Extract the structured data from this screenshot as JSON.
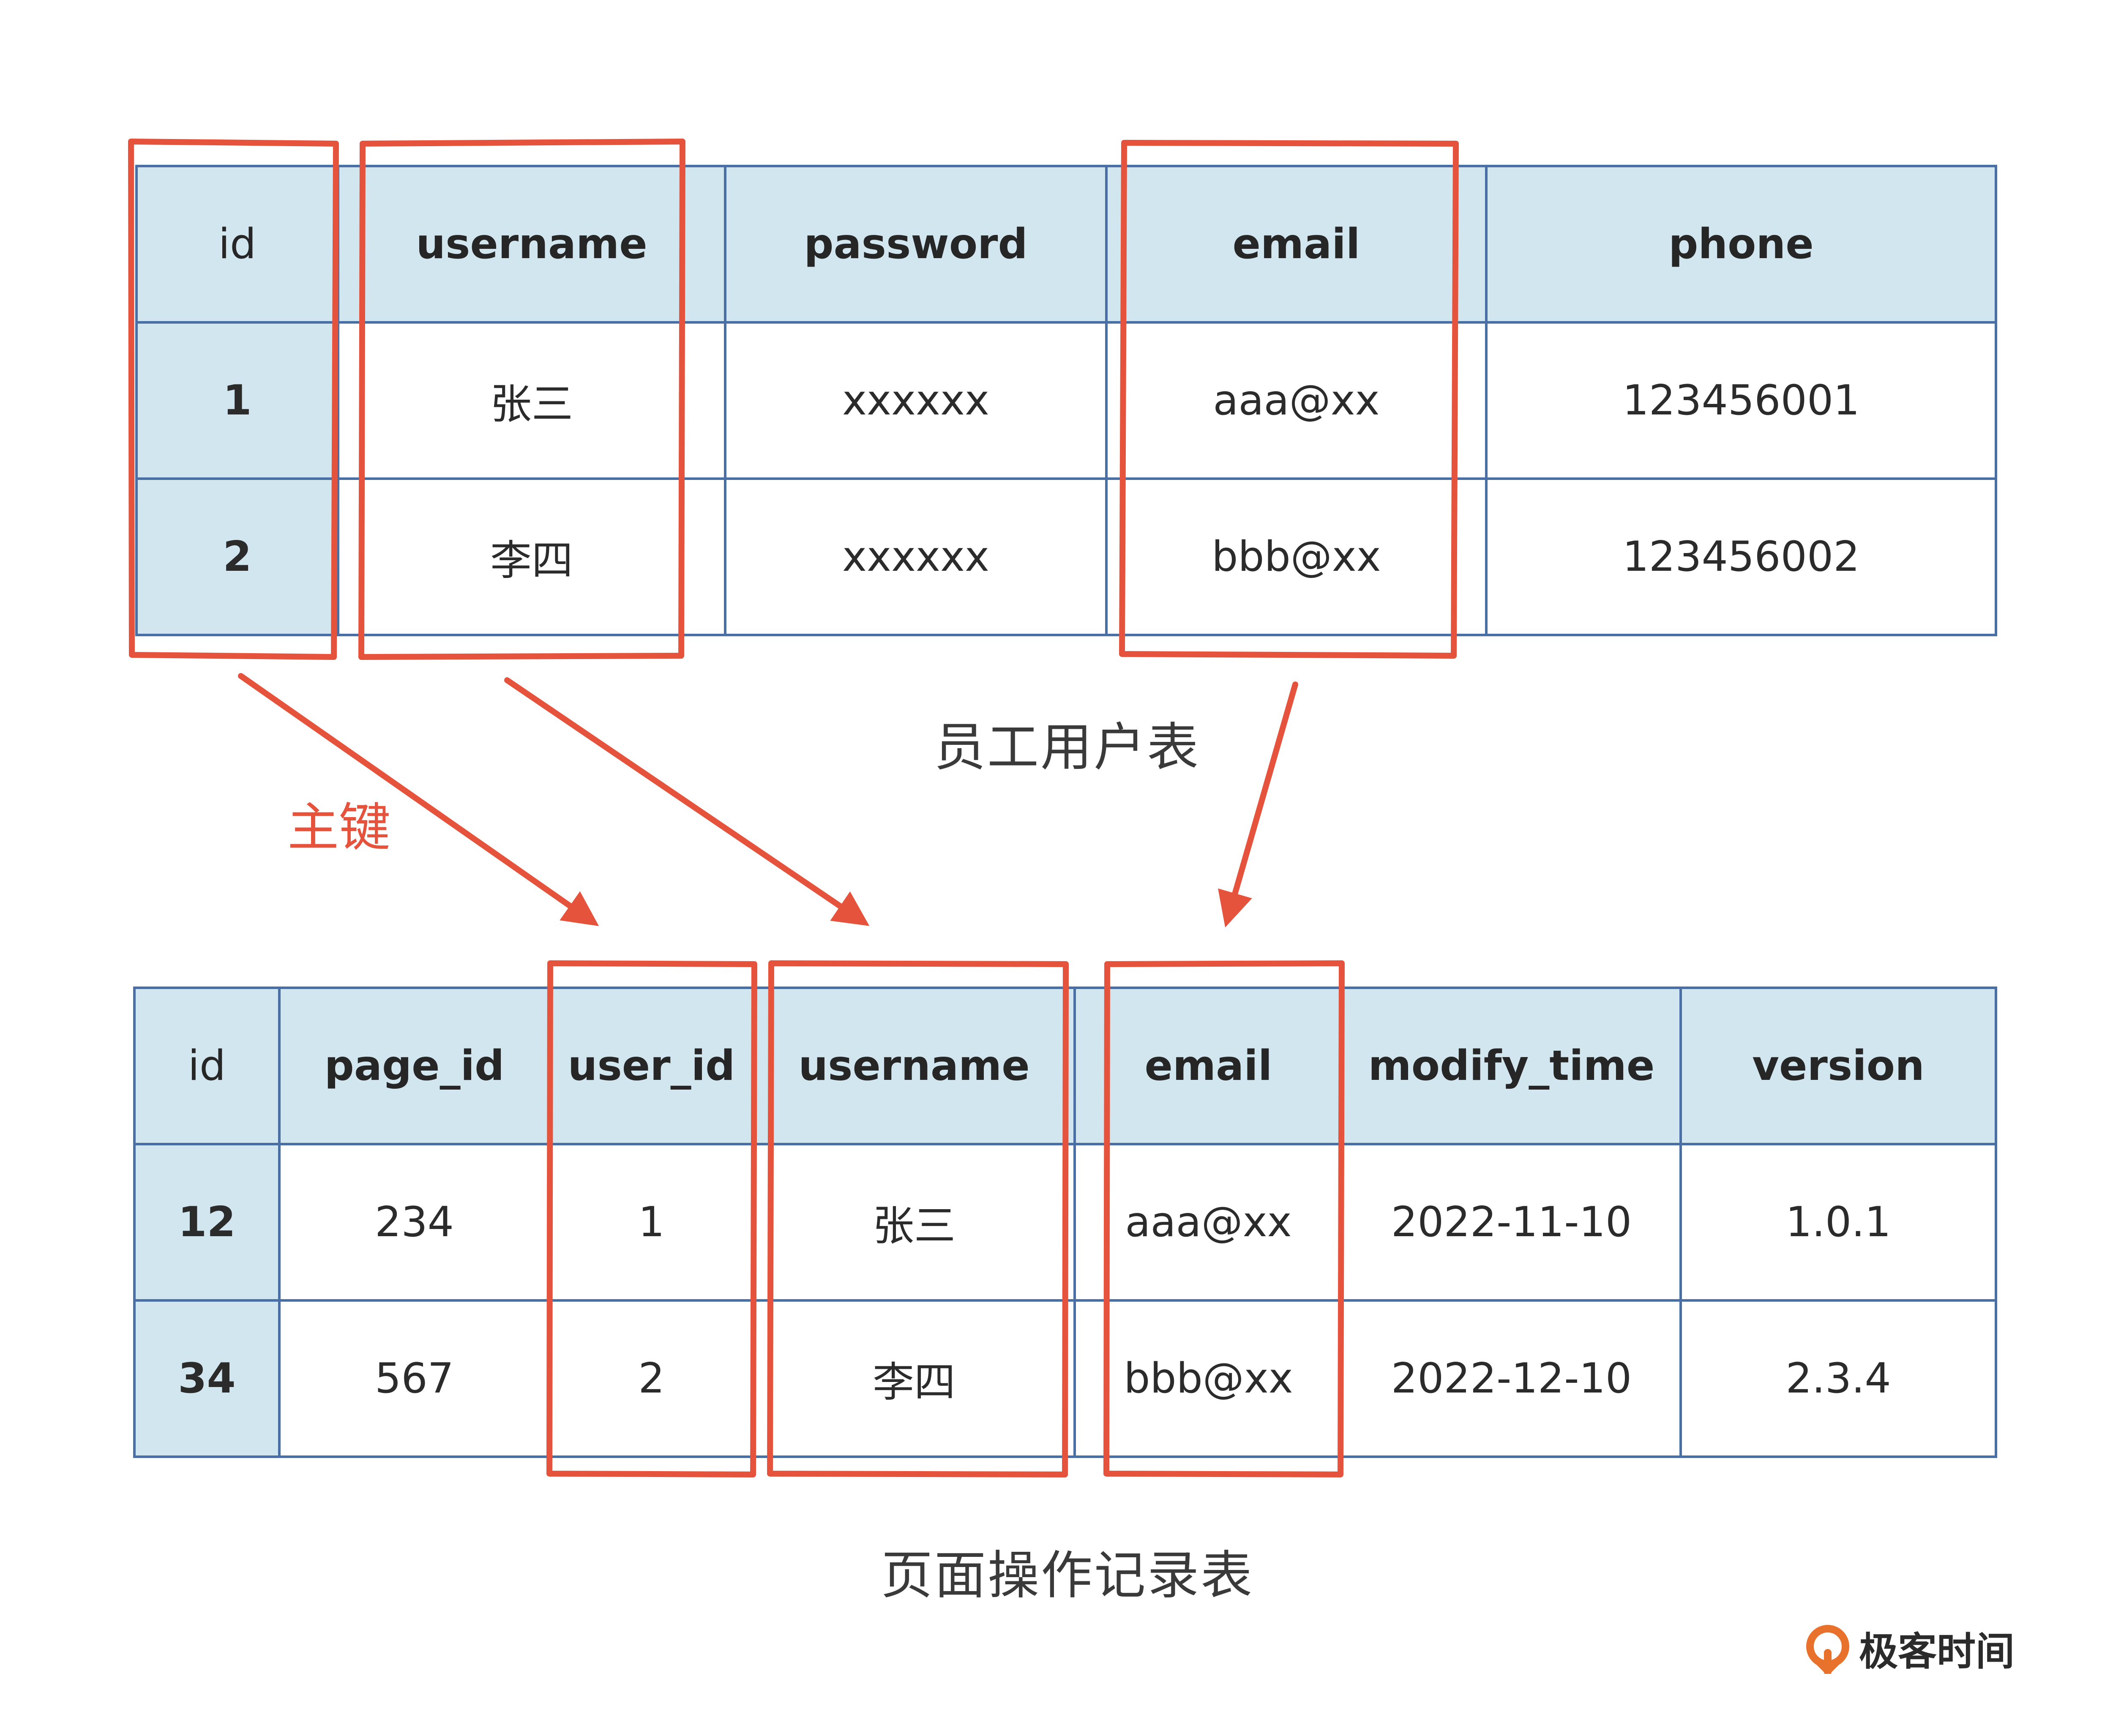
{
  "employee_table": {
    "caption": "员工用户表",
    "headers": [
      "id",
      "username",
      "password",
      "email",
      "phone"
    ],
    "rows": [
      [
        "1",
        "张三",
        "xxxxxx",
        "aaa@xx",
        "123456001"
      ],
      [
        "2",
        "李四",
        "xxxxxx",
        "bbb@xx",
        "123456002"
      ]
    ]
  },
  "operation_table": {
    "caption": "页面操作记录表",
    "headers": [
      "id",
      "page_id",
      "user_id",
      "username",
      "email",
      "modify_time",
      "version"
    ],
    "rows": [
      [
        "12",
        "234",
        "1",
        "张三",
        "aaa@xx",
        "2022-11-10",
        "1.0.1"
      ],
      [
        "34",
        "567",
        "2",
        "李四",
        "bbb@xx",
        "2022-12-10",
        "2.3.4"
      ]
    ]
  },
  "annotation": {
    "primary_key_label": "主键",
    "highlight_color": "#e5533c"
  },
  "colors": {
    "header_fill": "#d2e6ef",
    "border": "#4a6fa5"
  },
  "logo": {
    "text": "极客时间",
    "icon": "geektime-logo-icon"
  }
}
